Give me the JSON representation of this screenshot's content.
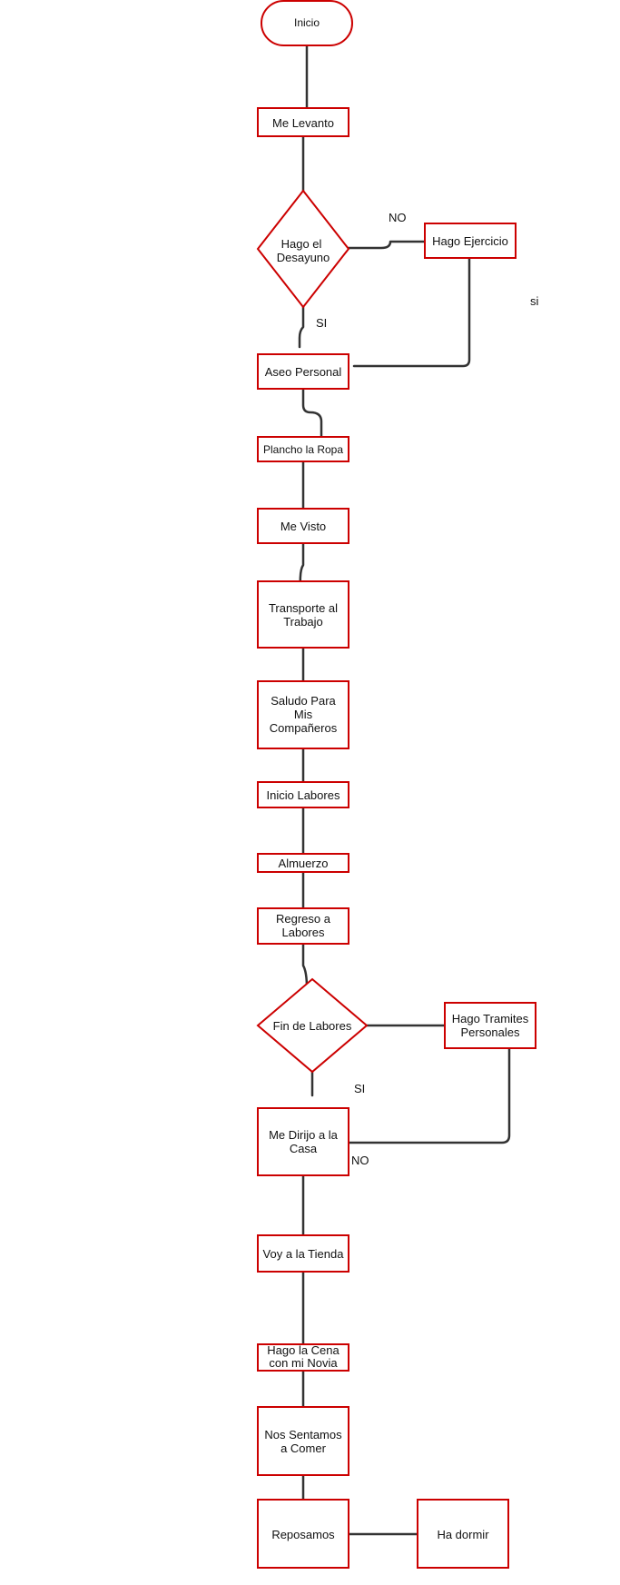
{
  "colors": {
    "node_border": "#cc0000",
    "edge": "#333333",
    "text": "#111111",
    "background": "#ffffff"
  },
  "nodes": {
    "inicio": "Inicio",
    "me_levanto": "Me Levanto",
    "hago_desayuno": [
      "Hago el",
      "Desayuno"
    ],
    "hago_ejercicio": "Hago Ejercicio",
    "aseo_personal": "Aseo Personal",
    "plancho_ropa": "Plancho la Ropa",
    "me_visto": "Me Visto",
    "transporte": [
      "Transporte al",
      "Trabajo"
    ],
    "saludo": [
      "Saludo Para",
      "Mis",
      "Compañeros"
    ],
    "inicio_labores": "Inicio Labores",
    "almuerzo": "Almuerzo",
    "regreso": [
      "Regreso a",
      "Labores"
    ],
    "fin_labores": "Fin de Labores",
    "tramites": [
      "Hago Tramites",
      "Personales"
    ],
    "me_dirijo": [
      "Me Dirijo a la",
      "Casa"
    ],
    "tienda": "Voy a la Tienda",
    "cena": [
      "Hago la Cena",
      "con mi Novia"
    ],
    "sentamos": [
      "Nos Sentamos",
      "a Comer"
    ],
    "reposamos": "Reposamos",
    "dormir": "Ha dormir"
  },
  "edge_labels": {
    "desayuno_no": "NO",
    "desayuno_si": "SI",
    "ejercicio_si": "si",
    "fin_si": "SI",
    "dirijo_no": "NO"
  }
}
